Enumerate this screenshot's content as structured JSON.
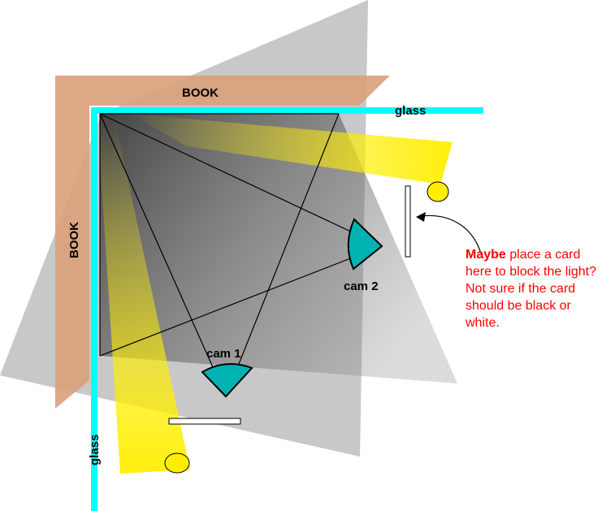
{
  "labels": {
    "book_top": "BOOK",
    "book_left": "BOOK",
    "glass_top": "glass",
    "glass_left": "glass",
    "cam1": "cam 1",
    "cam2": "cam 2"
  },
  "note": {
    "bold": "Maybe",
    "lines": [
      " place a card",
      "here to block the light?",
      "Not sure if the card",
      "should be black or",
      "white."
    ]
  },
  "colors": {
    "book": "#d9a07a",
    "glass": "#00ffff",
    "light": "#ffee00",
    "camera": "#00b3b3",
    "annotation": "#ff0000"
  }
}
